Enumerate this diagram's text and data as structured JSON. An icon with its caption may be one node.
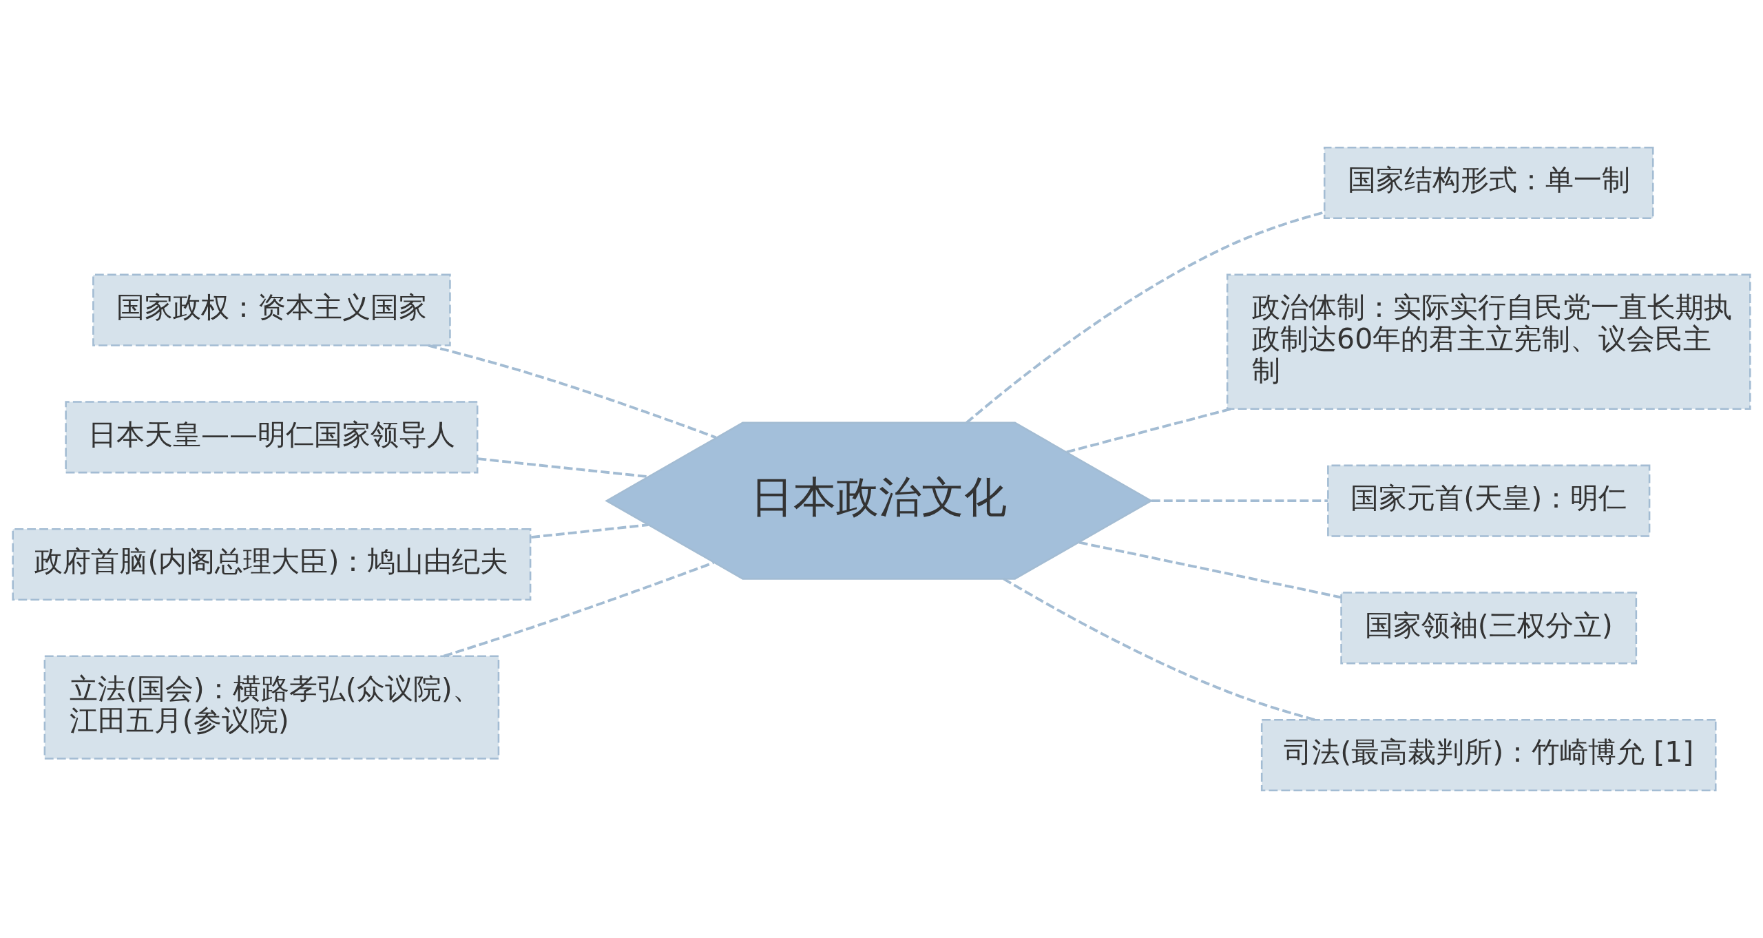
{
  "diagram": {
    "nodes": [
      {
        "text": [
          "日本政治文化"
        ]
      },
      {
        "text": [
          "国家政权：资本主义国家"
        ]
      },
      {
        "text": [
          "日本天皇——明仁国家领导人"
        ]
      },
      {
        "text": [
          "政府首脑(内阁总理大臣)：鸠山由纪夫"
        ]
      },
      {
        "text": [
          "立法(国会)：横路孝弘(众议院)、江田五月(参议院)"
        ]
      },
      {
        "text": [
          "国家结构形式：单一制"
        ]
      },
      {
        "text": [
          "政治体制：实际实行自民党一直长期执政制达60年的君主立宪制、议会民主制"
        ]
      },
      {
        "text": [
          "国家元首(天皇)：明仁"
        ]
      },
      {
        "text": [
          "国家领袖(三权分立)"
        ]
      },
      {
        "text": [
          "司法(最高裁判所)：竹崎博允 [1]"
        ]
      }
    ],
    "edges": [
      {
        "from": 0,
        "to": 1,
        "arrow": "none",
        "style": "dashed"
      },
      {
        "from": 0,
        "to": 2,
        "arrow": "none",
        "style": "dashed"
      },
      {
        "from": 0,
        "to": 3,
        "arrow": "none",
        "style": "dashed"
      },
      {
        "from": 0,
        "to": 4,
        "arrow": "none",
        "style": "dashed"
      },
      {
        "from": 0,
        "to": 5,
        "arrow": "none",
        "style": "dashed"
      },
      {
        "from": 0,
        "to": 6,
        "arrow": "none",
        "style": "dashed"
      },
      {
        "from": 0,
        "to": 7,
        "arrow": "none",
        "style": "dashed"
      },
      {
        "from": 0,
        "to": 8,
        "arrow": "none",
        "style": "dashed"
      },
      {
        "from": 0,
        "to": 9,
        "arrow": "none",
        "style": "dashed"
      }
    ]
  }
}
